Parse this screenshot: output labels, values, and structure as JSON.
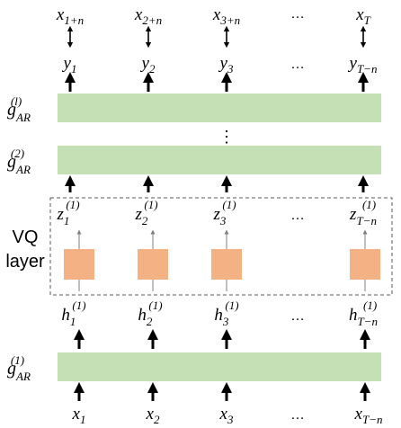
{
  "top_labels": [
    {
      "base": "x",
      "sub": "1+n"
    },
    {
      "base": "x",
      "sub": "2+n"
    },
    {
      "base": "x",
      "sub": "3+n"
    },
    {
      "base": "",
      "sub": "",
      "dots": "…"
    },
    {
      "base": "x",
      "sub": "T"
    }
  ],
  "y_labels": [
    {
      "base": "y",
      "sub": "1"
    },
    {
      "base": "y",
      "sub": "2"
    },
    {
      "base": "y",
      "sub": "3"
    },
    {
      "base": "",
      "sub": "",
      "dots": "…"
    },
    {
      "base": "y",
      "sub": "T−n"
    }
  ],
  "ar_layers": {
    "top": {
      "base": "g",
      "sub": "AR",
      "sup": "(l)"
    },
    "second": {
      "base": "g",
      "sub": "AR",
      "sup": "(2)"
    },
    "bottom": {
      "base": "g",
      "sub": "AR",
      "sup": "(1)"
    }
  },
  "vertical_ellipsis": "⋮",
  "vq_layer": {
    "label_line1": "VQ",
    "label_line2": "layer"
  },
  "z_labels": [
    {
      "base": "z",
      "sub": "1",
      "sup": "(1)"
    },
    {
      "base": "z",
      "sub": "2",
      "sup": "(1)"
    },
    {
      "base": "z",
      "sub": "3",
      "sup": "(1)"
    },
    {
      "base": "",
      "sub": "",
      "sup": "",
      "dots": "…"
    },
    {
      "base": "z",
      "sub": "T−n",
      "sup": "(1)"
    }
  ],
  "h_labels": [
    {
      "base": "h",
      "sub": "1",
      "sup": "(1)"
    },
    {
      "base": "h",
      "sub": "2",
      "sup": "(1)"
    },
    {
      "base": "h",
      "sub": "3",
      "sup": "(1)"
    },
    {
      "base": "",
      "sub": "",
      "sup": "",
      "dots": "…"
    },
    {
      "base": "h",
      "sub": "T−n",
      "sup": "(1)"
    }
  ],
  "bottom_labels": [
    {
      "base": "x",
      "sub": "1"
    },
    {
      "base": "x",
      "sub": "2"
    },
    {
      "base": "x",
      "sub": "3"
    },
    {
      "base": "",
      "sub": "",
      "dots": "…"
    },
    {
      "base": "x",
      "sub": "T−n"
    }
  ],
  "colors": {
    "ar_layer_fill": "#c5e0b4",
    "vq_box_fill": "#f4b183",
    "vq_border": "#595959",
    "thin_arrow": "#7f7f7f",
    "thick_arrow": "#000000"
  }
}
